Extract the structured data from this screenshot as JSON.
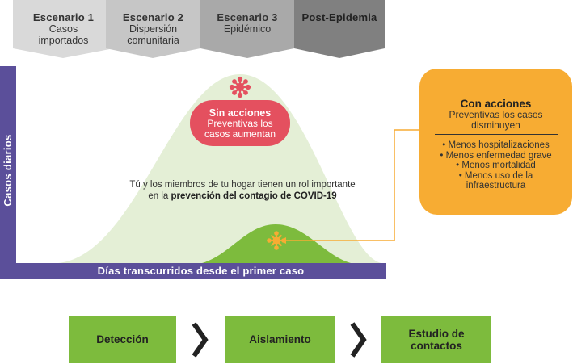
{
  "scenarios": [
    {
      "title": "Escenario 1",
      "subtitle": "Casos importados",
      "color": "#d9d9d9"
    },
    {
      "title": "Escenario 2",
      "subtitle": "Dispersión comunitaria",
      "color": "#c6c6c6"
    },
    {
      "title": "Escenario 3",
      "subtitle": "Epidémico",
      "color": "#a9a9a9"
    },
    {
      "title": "Post-Epidemia",
      "subtitle": "",
      "color": "#808080"
    }
  ],
  "chart": {
    "y_label": "Casos diarios",
    "x_label": "Días transcurridos desde el primer caso",
    "axis_color": "#5b4f9a",
    "large_curve_color": "#e4efd6",
    "small_curve_color": "#7dbb3d"
  },
  "no_action": {
    "title": "Sin acciones",
    "subtitle": "Preventivas los casos aumentan",
    "color": "#e4505f",
    "icon": "virus-icon"
  },
  "message": {
    "line1": "Tú y los miembros de tu hogar tienen un rol importante",
    "line2_prefix": "en la ",
    "line2_bold": "prevención del contagio de COVID-19"
  },
  "with_action": {
    "title": "Con acciones",
    "subtitle": "Preventivas los casos disminuyen",
    "color": "#f7ac33",
    "icon": "virus-icon",
    "benefits": [
      "• Menos hospitalizaciones",
      "• Menos enfermedad grave",
      "• Menos mortalidad",
      "• Menos uso de la infraestructura"
    ]
  },
  "steps": [
    {
      "label": "Detección"
    },
    {
      "label": "Aislamiento"
    },
    {
      "label": "Estudio de contactos"
    }
  ],
  "step_color": "#7dbb3d"
}
